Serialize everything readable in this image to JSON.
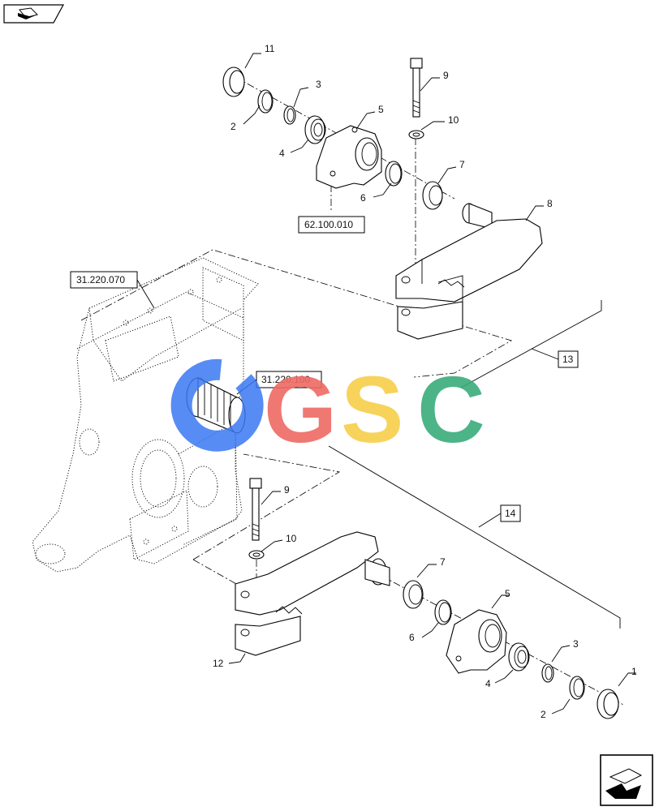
{
  "nav": {
    "back_icon": "book-arrow-icon",
    "next_icon": "arrow-corner-icon"
  },
  "refs": {
    "r1": "62.100.010",
    "r2": "31.220.070",
    "r3": "31.220.100",
    "g13": "13",
    "g14": "14"
  },
  "callouts": {
    "top_11": "11",
    "top_2": "2",
    "top_3": "3",
    "top_4": "4",
    "top_5": "5",
    "top_6": "6",
    "top_7": "7",
    "top_8": "8",
    "top_9": "9",
    "top_10": "10",
    "bot_9": "9",
    "bot_10": "10",
    "bot_7": "7",
    "bot_5": "5",
    "bot_6": "6",
    "bot_4": "4",
    "bot_3": "3",
    "bot_2": "2",
    "bot_1": "1",
    "bot_12": "12"
  },
  "watermark": {
    "letters": [
      "G",
      "S",
      "C"
    ],
    "colors": {
      "blue": "#3a78f2",
      "red": "#ef6a63",
      "yellow": "#f7cf4a",
      "green": "#3aac7c"
    }
  }
}
